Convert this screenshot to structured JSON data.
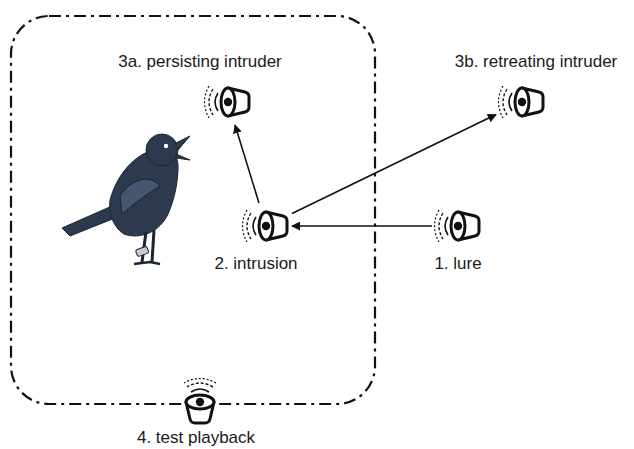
{
  "diagram": {
    "nodes": [
      {
        "text": [
          "3a. persisting intruder"
        ]
      },
      {
        "text": [
          "3b. retreating intruder"
        ]
      },
      {
        "text": [
          "2. intrusion"
        ]
      },
      {
        "text": [
          "1. lure"
        ]
      },
      {
        "text": [
          "4. test playback"
        ]
      }
    ],
    "edges": [
      {
        "from": 3,
        "to": 2,
        "arrow": "to"
      },
      {
        "from": 2,
        "to": 0,
        "arrow": "to"
      },
      {
        "from": 2,
        "to": 1,
        "arrow": "to"
      }
    ]
  }
}
